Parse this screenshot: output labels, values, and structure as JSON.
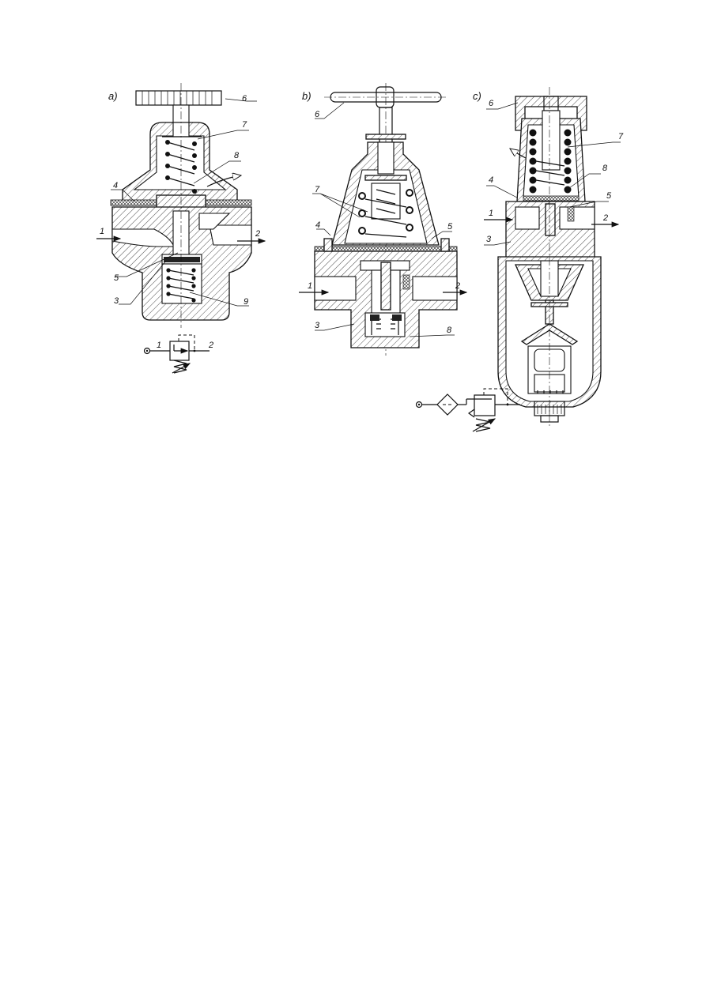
{
  "figures": [
    {
      "id": "a",
      "panel_label": "a)",
      "callouts": [
        "1",
        "2",
        "3",
        "4",
        "5",
        "6",
        "7",
        "8",
        "9"
      ],
      "symbol": {
        "port_in": "1",
        "port_out": "2"
      }
    },
    {
      "id": "b",
      "panel_label": "b)",
      "callouts": [
        "1",
        "2",
        "3",
        "4",
        "5",
        "6",
        "7",
        "8"
      ]
    },
    {
      "id": "c",
      "panel_label": "c)",
      "callouts": [
        "1",
        "2",
        "3",
        "4",
        "5",
        "6",
        "7",
        "8"
      ],
      "symbol": {
        "description": "filter-regulator symbol"
      }
    }
  ],
  "labels": {
    "a_1": "1",
    "a_2": "2",
    "a_3": "3",
    "a_4": "4",
    "a_5": "5",
    "a_6": "6",
    "a_7": "7",
    "a_8": "8",
    "a_9": "9",
    "a_sym_1": "1",
    "a_sym_2": "2",
    "b_1": "1",
    "b_2": "2",
    "b_3": "3",
    "b_4": "4",
    "b_5": "5",
    "b_6": "6",
    "b_7": "7",
    "b_8": "8",
    "c_1": "1",
    "c_2": "2",
    "c_3": "3",
    "c_4": "4",
    "c_5": "5",
    "c_6": "6",
    "c_7": "7",
    "c_8": "8"
  },
  "panels": {
    "a": "a)",
    "b": "b)",
    "c": "c)"
  }
}
